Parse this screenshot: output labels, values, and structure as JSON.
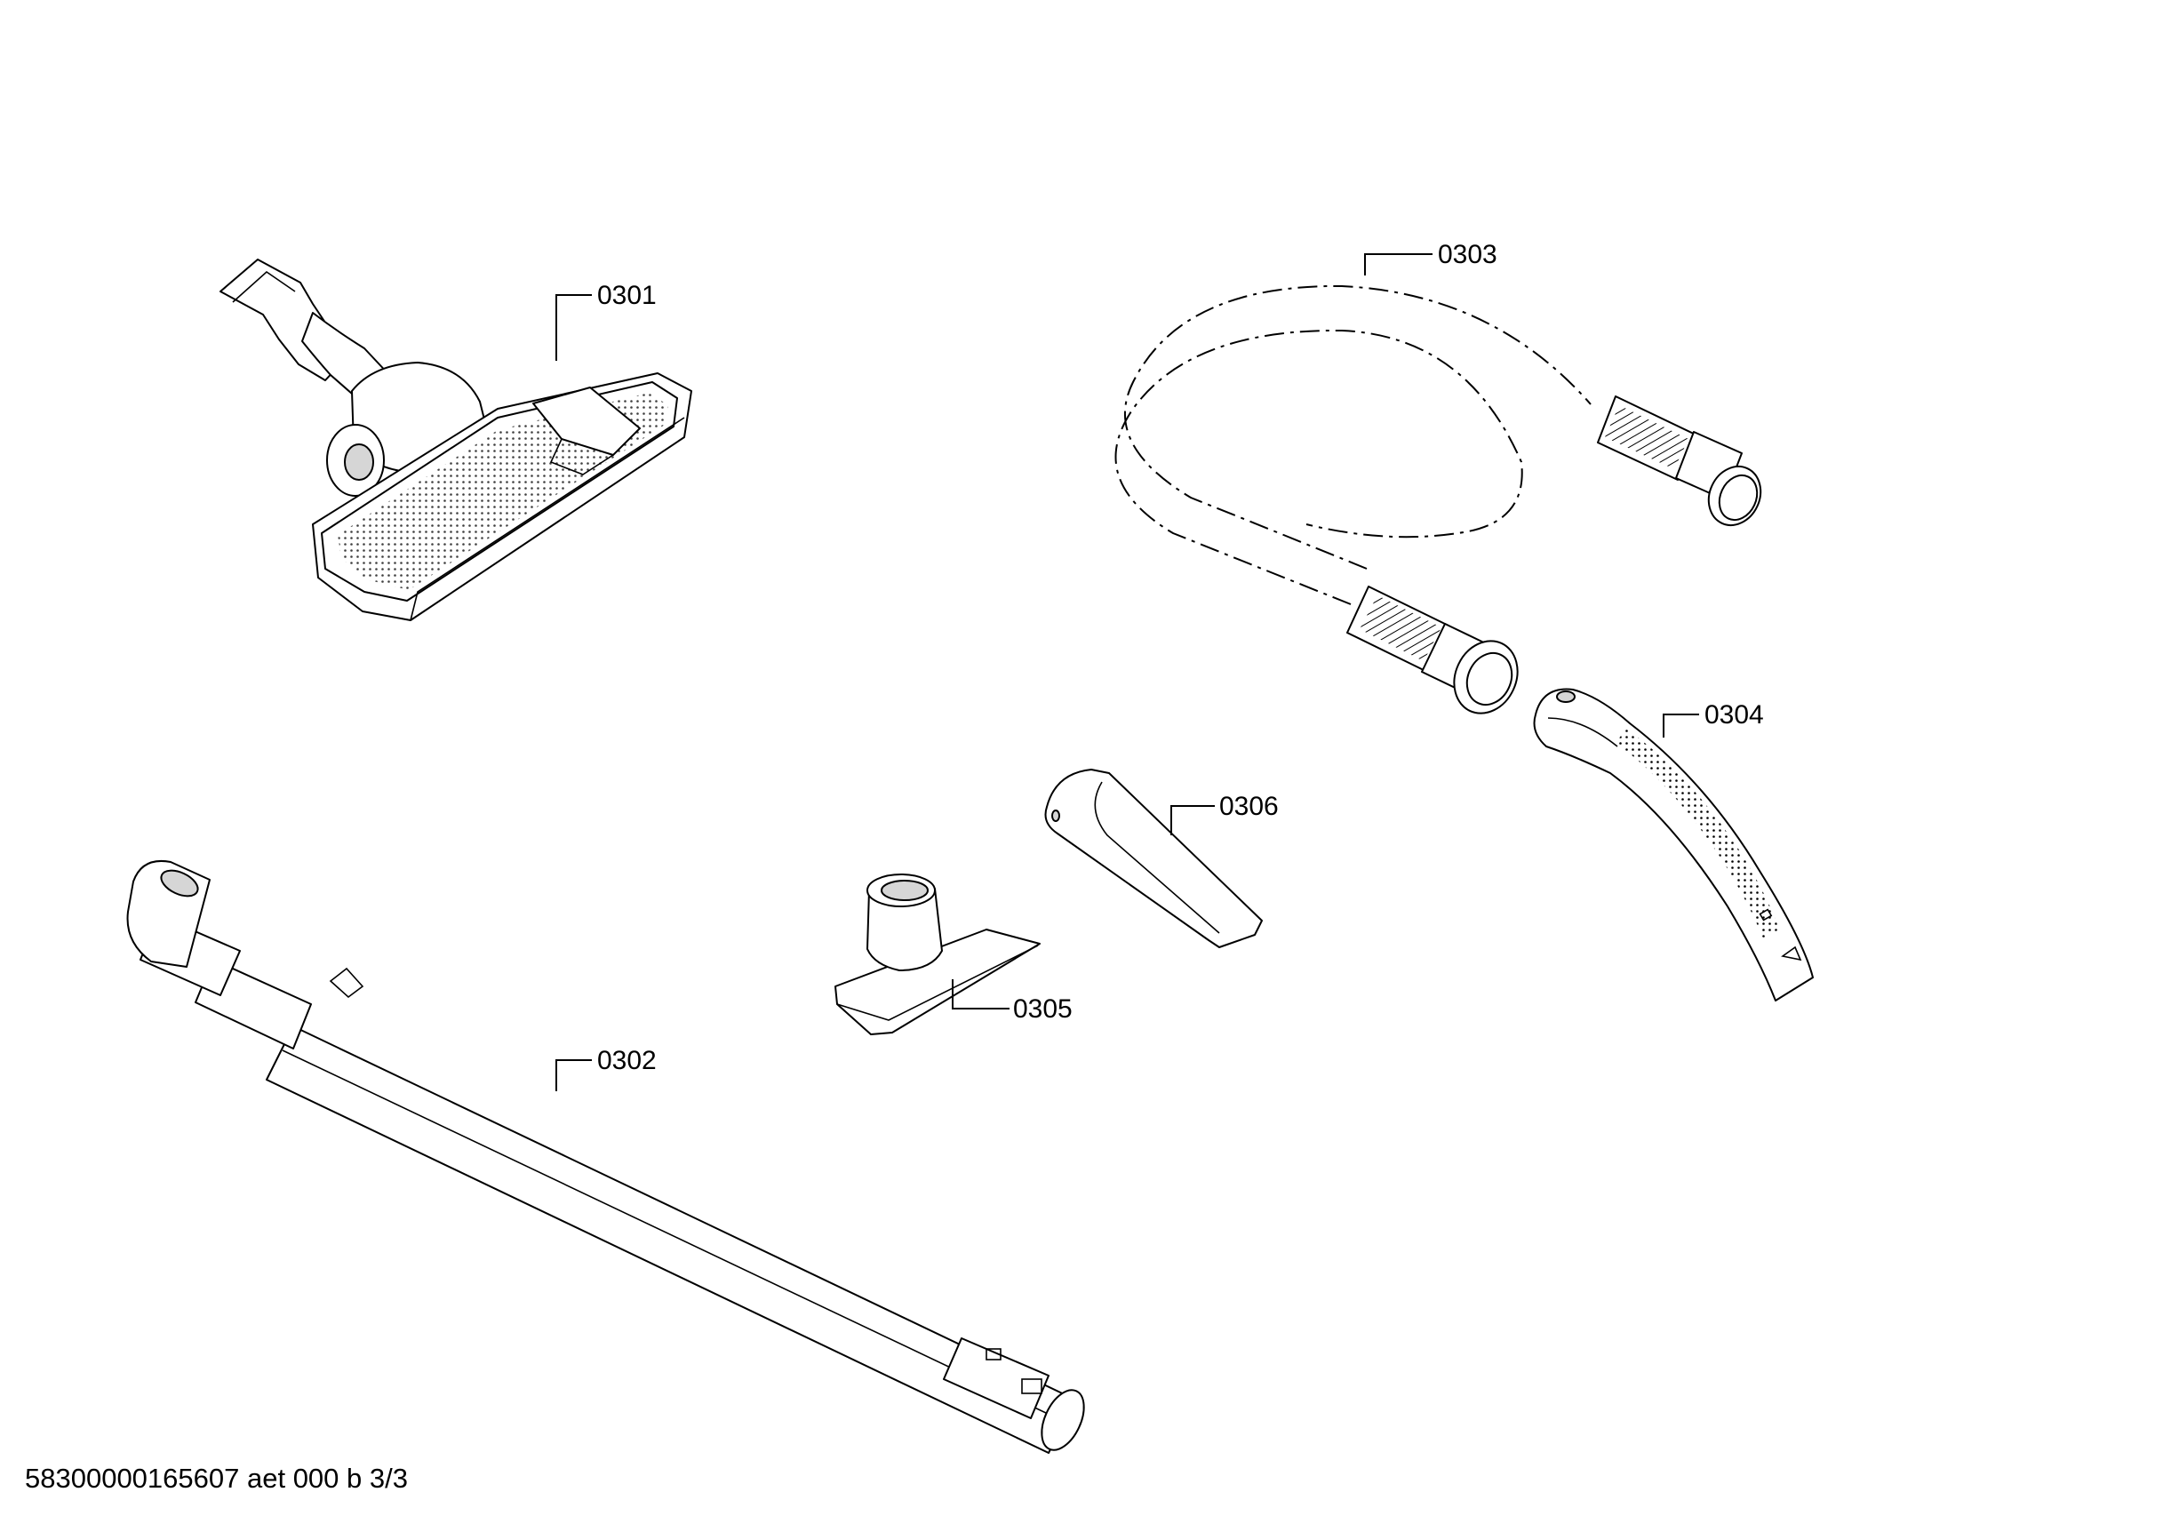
{
  "parts": [
    {
      "id": "0301",
      "name": "floor-nozzle"
    },
    {
      "id": "0302",
      "name": "telescopic-tube"
    },
    {
      "id": "0303",
      "name": "suction-hose"
    },
    {
      "id": "0304",
      "name": "hose-handle"
    },
    {
      "id": "0305",
      "name": "upholstery-nozzle"
    },
    {
      "id": "0306",
      "name": "crevice-nozzle"
    }
  ],
  "footer": "58300000165607 aet 000 b 3/3"
}
